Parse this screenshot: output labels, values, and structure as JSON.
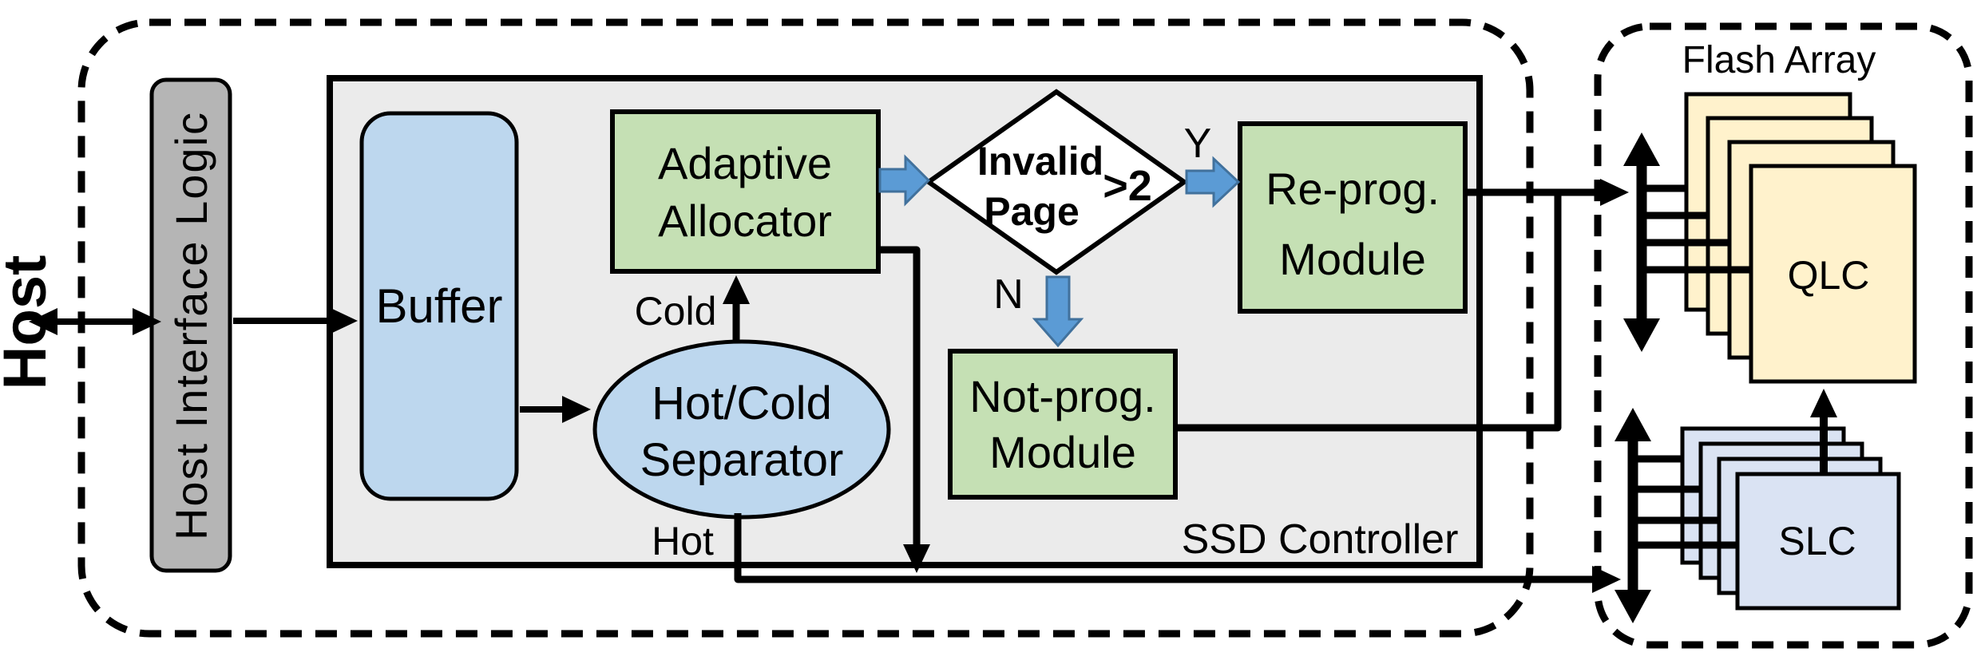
{
  "colors": {
    "module_green": "#c5e0b4",
    "buffer_blue": "#bdd7ee",
    "block_arrow_blue": "#5b9bd5",
    "block_arrow_border": "#41719c",
    "host_interface_gray": "#b5b5b5",
    "controller_gray": "#ebebeb",
    "qlc_yellow": "#fff2cc",
    "slc_blue": "#dae3f3",
    "line_black": "#000000",
    "diamond_white": "#ffffff"
  },
  "host": {
    "label": "Host"
  },
  "host_interface": {
    "label": "Host Interface Logic"
  },
  "controller": {
    "label": "SSD Controller"
  },
  "buffer": {
    "label": "Buffer"
  },
  "separator": {
    "line1": "Hot/Cold",
    "line2": "Separator"
  },
  "allocator": {
    "line1": "Adaptive",
    "line2": "Allocator"
  },
  "decision": {
    "line1": "Invalid",
    "line2": "Page",
    "condition": ">2",
    "yes_label": "Y",
    "no_label": "N"
  },
  "reprog": {
    "line1": "Re-prog.",
    "line2": "Module"
  },
  "notprog": {
    "line1": "Not-prog.",
    "line2": "Module"
  },
  "paths": {
    "cold_label": "Cold",
    "hot_label": "Hot"
  },
  "flash": {
    "label": "Flash Array",
    "qlc_label": "QLC",
    "slc_label": "SLC"
  }
}
